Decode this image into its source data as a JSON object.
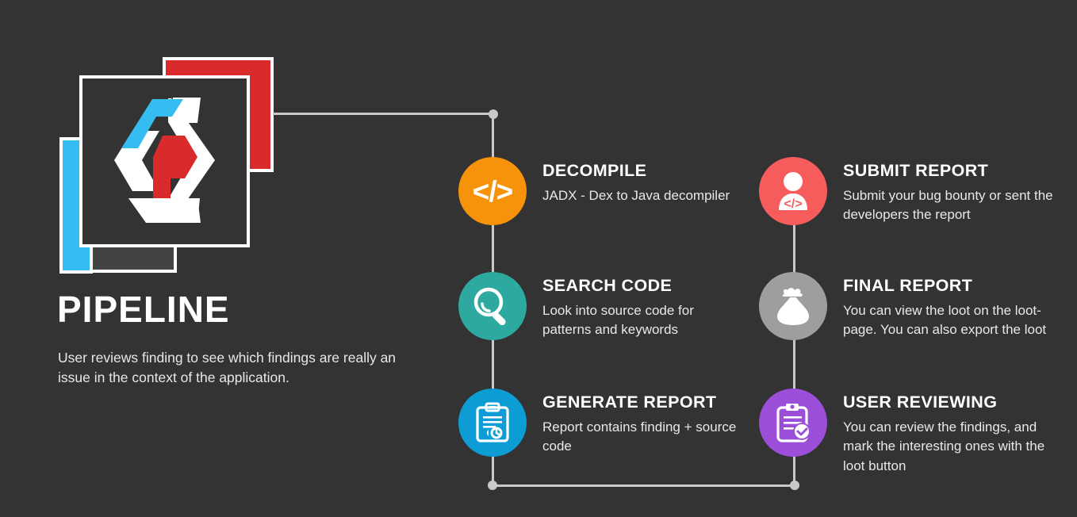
{
  "background_color": "#333333",
  "logo": {
    "name": "app-logo-hexagon",
    "card_red": "#D92B2B",
    "card_blue": "#35BDF2",
    "card_gray": "#434343",
    "card_main": "#333333",
    "hex_white": "#FFFFFF",
    "hex_blue": "#35BDF2",
    "hex_red": "#D92B2B"
  },
  "heading": {
    "title": "PIPELINE",
    "subtitle": "User reviews finding to see which findings are really an issue in the context of the application."
  },
  "connector_color": "#C9C9C9",
  "nodes": [
    {
      "id": "decompile",
      "title": "DECOMPILE",
      "desc": "JADX - Dex to Java decompiler",
      "color": "#F7930A",
      "icon": "code-brackets-icon"
    },
    {
      "id": "search-code",
      "title": "SEARCH CODE",
      "desc": "Look into source code for patterns and keywords",
      "color": "#2EA9A0",
      "icon": "magnifier-icon"
    },
    {
      "id": "generate-report",
      "title": "GENERATE REPORT",
      "desc": "Report contains finding + source code",
      "color": "#0D9DD4",
      "icon": "clipboard-chart-icon"
    },
    {
      "id": "submit-report",
      "title": "SUBMIT REPORT",
      "desc": "Submit your bug bounty or sent the developers the report",
      "color": "#F65C5C",
      "icon": "developer-person-code-icon"
    },
    {
      "id": "final-report",
      "title": "FINAL REPORT",
      "desc": "You can view the loot on the loot-page. You can also export the loot",
      "color": "#9E9E9E",
      "icon": "loot-bag-icon"
    },
    {
      "id": "user-reviewing",
      "title": "USER REVIEWING",
      "desc": "You can review the findings, and mark the interesting ones with the loot button",
      "color": "#9B4FD8",
      "icon": "clipboard-check-icon"
    }
  ]
}
